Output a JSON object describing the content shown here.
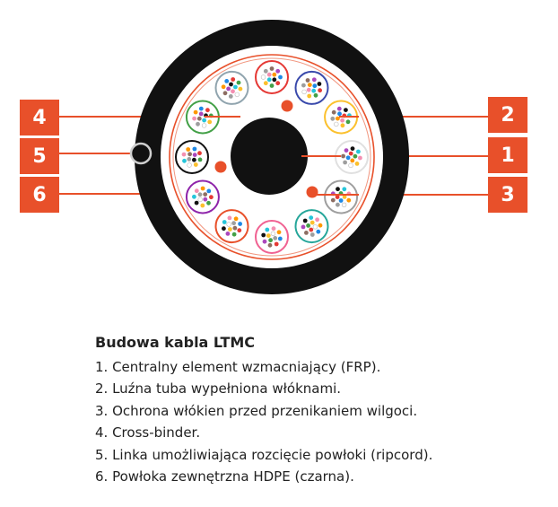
{
  "labels": [
    "1",
    "2",
    "3",
    "4",
    "5",
    "6"
  ],
  "legend": {
    "title": "Budowa kabla LTMC",
    "items": [
      "1. Centralny element wzmacniający (FRP).",
      "2. Luźna tuba wypełniona włóknami.",
      "3. Ochrona włókien przed przenikaniem wilgoci.",
      "4. Cross-binder.",
      "5. Linka umożliwiająca rozcięcie powłoki (ripcord).",
      "6. Powłoka zewnętrzna HDPE (czarna)."
    ]
  },
  "colors": {
    "accent": "#e8502a",
    "sheath": "#111111",
    "tube_colors": [
      "#e53935",
      "#3949ab",
      "#fbc02d",
      "#e0e0e0",
      "#9e9e9e",
      "#26a69a",
      "#f06292",
      "#e8502a",
      "#8e24aa",
      "#111111",
      "#43a047",
      "#90a4ae"
    ],
    "fiber_colors": [
      "#1e88e5",
      "#e53935",
      "#43a047",
      "#fbc02d",
      "#ffffff",
      "#9e9e9e",
      "#8d6e63",
      "#ab47bc",
      "#111111",
      "#26c6da",
      "#f48fb1",
      "#ff9800"
    ]
  }
}
